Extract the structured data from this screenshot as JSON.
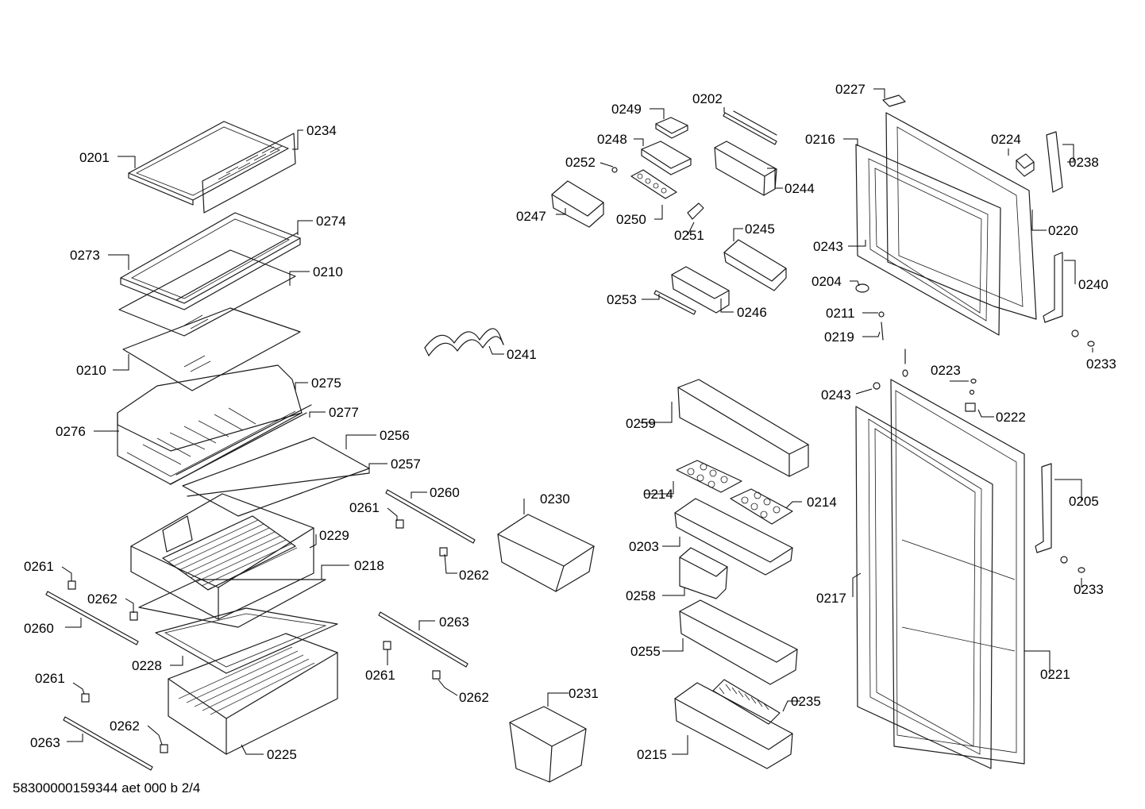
{
  "footer_code": "58300000159344 aet 000 b 2/4",
  "labels": {
    "l0201": "0201",
    "l0234": "0234",
    "l0274": "0274",
    "l0273": "0273",
    "l0210a": "0210",
    "l0210b": "0210",
    "l0275": "0275",
    "l0276": "0276",
    "l0277": "0277",
    "l0256": "0256",
    "l0257": "0257",
    "l0241": "0241",
    "l0260a": "0260",
    "l0261a": "0261",
    "l0262a": "0262",
    "l0229": "0229",
    "l0218": "0218",
    "l0261b": "0261",
    "l0262b": "0262",
    "l0260b": "0260",
    "l0228": "0228",
    "l0263a": "0263",
    "l0261c": "0261",
    "l0262c": "0262",
    "l0261d": "0261",
    "l0262d": "0262",
    "l0263b": "0263",
    "l0225": "0225",
    "l0230": "0230",
    "l0231": "0231",
    "l0249": "0249",
    "l0202": "0202",
    "l0248": "0248",
    "l0252": "0252",
    "l0247": "0247",
    "l0250": "0250",
    "l0251": "0251",
    "l0244": "0244",
    "l0245": "0245",
    "l0253": "0253",
    "l0246": "0246",
    "l0227": "0227",
    "l0216": "0216",
    "l0224": "0224",
    "l0238": "0238",
    "l0220": "0220",
    "l0243a": "0243",
    "l0240": "0240",
    "l0204": "0204",
    "l0211": "0211",
    "l0219": "0219",
    "l0233a": "0233",
    "l0223": "0223",
    "l0243b": "0243",
    "l0222": "0222",
    "l0259": "0259",
    "l0214a": "0214",
    "l0214b": "0214",
    "l0205": "0205",
    "l0203": "0203",
    "l0233b": "0233",
    "l0258": "0258",
    "l0217": "0217",
    "l0255": "0255",
    "l0221": "0221",
    "l0235": "0235",
    "l0215": "0215"
  }
}
